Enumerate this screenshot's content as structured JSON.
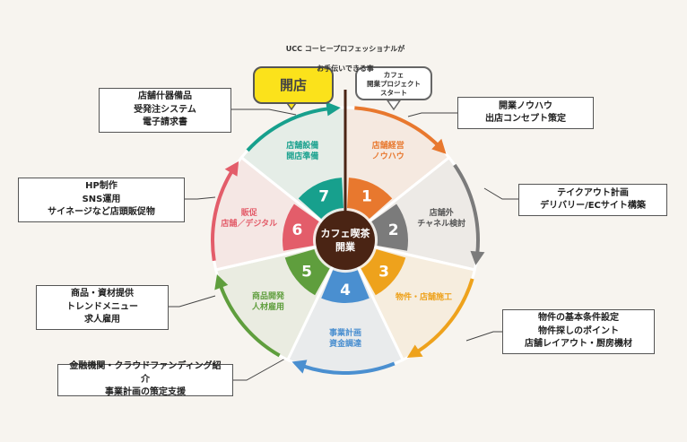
{
  "header": {
    "line1": "UCC コーヒープロフェッショナルが",
    "line2": "お手伝いできる事"
  },
  "bubbles": {
    "open": "開店",
    "start": "カフェ\n開業プロジェクト\nスタート"
  },
  "center": {
    "label": "カフェ喫茶\n開業"
  },
  "segments": [
    {
      "num": "1",
      "label": "店舗経営\nノウハウ",
      "color": "#e8782e"
    },
    {
      "num": "2",
      "label": "店舗外\nチャネル検討",
      "color": "#7b7b7b"
    },
    {
      "num": "3",
      "label": "物件・店舗施工",
      "color": "#eea21c"
    },
    {
      "num": "4",
      "label": "事業計画\n資金調達",
      "color": "#4a8fd0"
    },
    {
      "num": "5",
      "label": "商品開発\n人材雇用",
      "color": "#5f9e3d"
    },
    {
      "num": "6",
      "label": "販促\n店舗／デジタル",
      "color": "#e35d6a"
    },
    {
      "num": "7",
      "label": "店舗設備\n開店準備",
      "color": "#17a08d"
    }
  ],
  "callouts": [
    "開業ノウハウ\n出店コンセプト策定",
    "テイクアウト計画\nデリバリー/ECサイト構築",
    "物件の基本条件設定\n物件探しのポイント\n店舗レイアウト・厨房機材",
    "金融機関・クラウドファンディング紹介\n事業計画の策定支援",
    "商品・資材提供\nトレンドメニュー\n求人雇用",
    "HP制作\nSNS運用\nサイネージなど店頭販促物",
    "店舗什器備品\n受発注システム\n電子請求書"
  ]
}
